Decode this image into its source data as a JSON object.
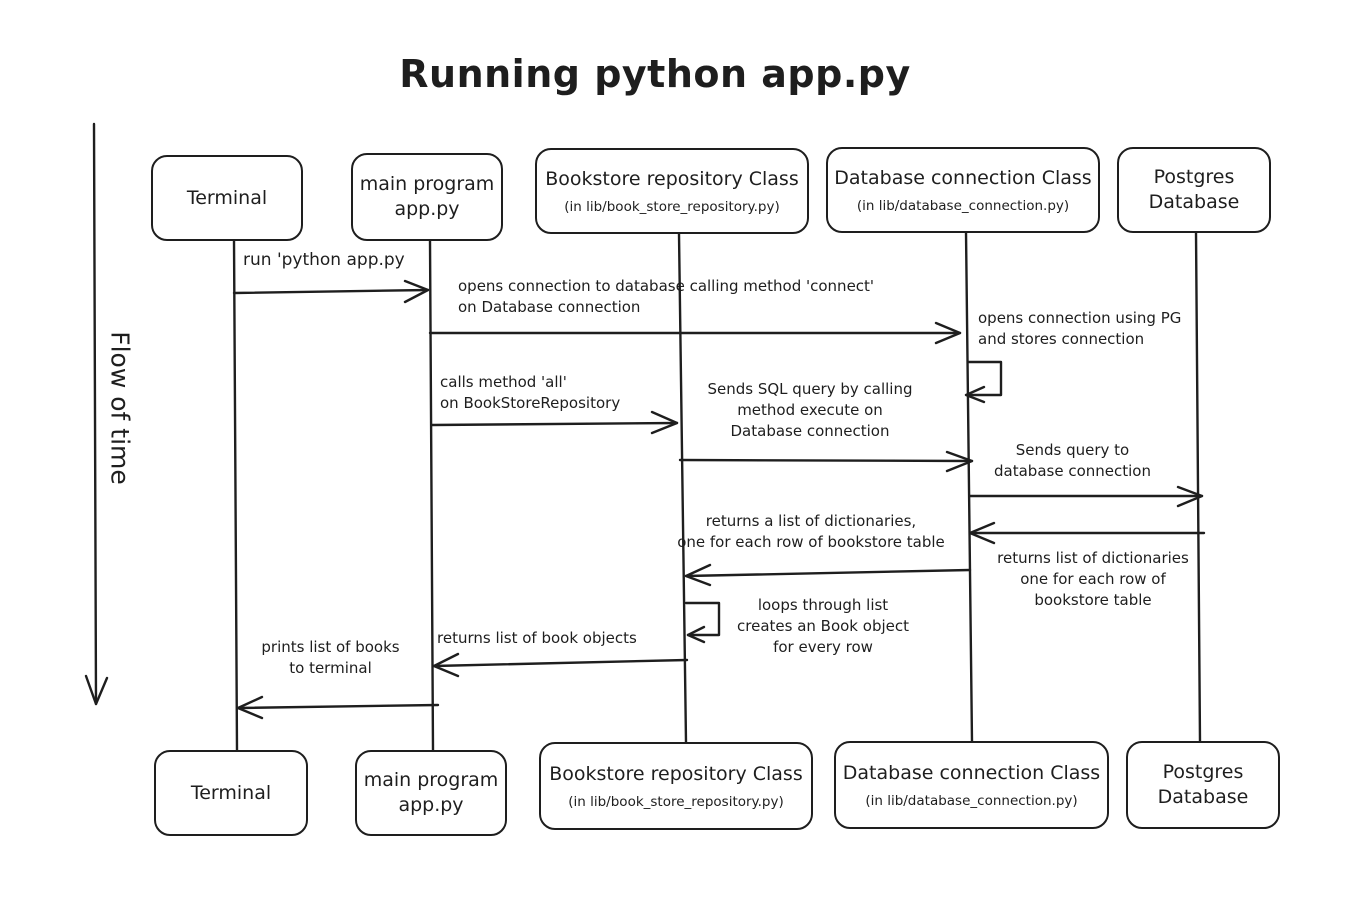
{
  "title": "Running python app.py",
  "time_axis": {
    "label": "Flow of time"
  },
  "participants": [
    {
      "name": "Terminal",
      "sub": ""
    },
    {
      "name": "main program\napp.py",
      "sub": ""
    },
    {
      "name": "Bookstore repository Class",
      "sub": "(in lib/book_store_repository.py)"
    },
    {
      "name": "Database connection Class",
      "sub": "(in lib/database_connection.py)"
    },
    {
      "name": "Postgres\nDatabase",
      "sub": ""
    }
  ],
  "messages": [
    {
      "from": "Terminal",
      "to": "main program app.py",
      "text": "run 'python app.py"
    },
    {
      "from": "main program app.py",
      "to": "Database connection Class",
      "text": "opens connection to database calling method 'connect'\non Database connection"
    },
    {
      "from": "Database connection Class",
      "to": "Database connection Class",
      "text": "opens connection using PG\nand stores connection"
    },
    {
      "from": "main program app.py",
      "to": "Bookstore repository Class",
      "text": "calls method 'all'\non BookStoreRepository"
    },
    {
      "from": "Bookstore repository Class",
      "to": "Database connection Class",
      "text": "Sends SQL query by calling\nmethod execute on\nDatabase connection"
    },
    {
      "from": "Database connection Class",
      "to": "Postgres Database",
      "text": "Sends query to\ndatabase connection"
    },
    {
      "from": "Postgres Database",
      "to": "Database connection Class",
      "text": "returns list of dictionaries\none for each row of\nbookstore table"
    },
    {
      "from": "Database connection Class",
      "to": "Bookstore repository Class",
      "text": "returns a list of dictionaries,\none for each row of bookstore table"
    },
    {
      "from": "Bookstore repository Class",
      "to": "Bookstore repository Class",
      "text": "loops through list\ncreates an Book object\nfor every row"
    },
    {
      "from": "Bookstore repository Class",
      "to": "main program app.py",
      "text": "returns list of book objects"
    },
    {
      "from": "main program app.py",
      "to": "Terminal",
      "text": "prints list of books\nto terminal"
    }
  ]
}
